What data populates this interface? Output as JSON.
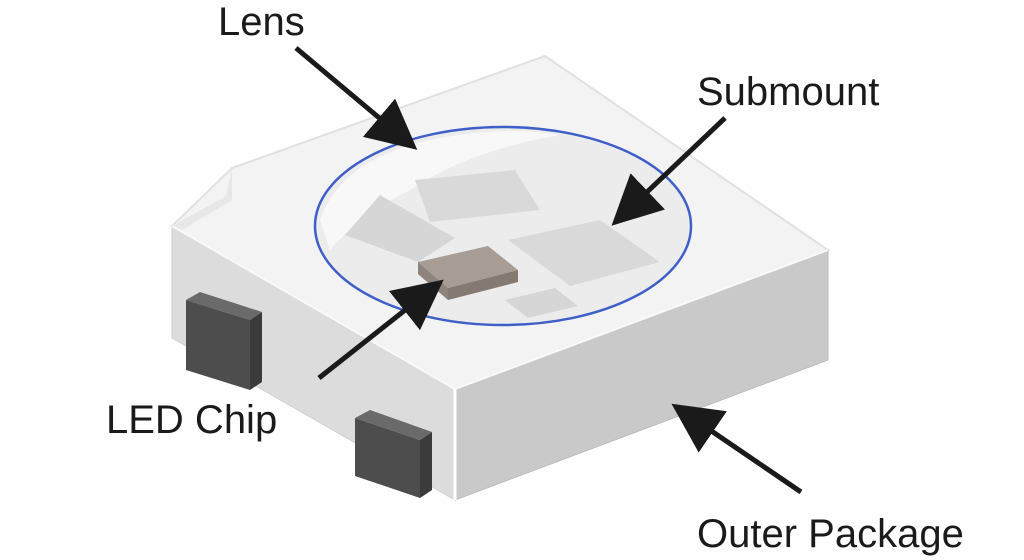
{
  "diagram": {
    "labels": {
      "lens": "Lens",
      "submount": "Submount",
      "led_chip": "LED Chip",
      "outer_package": "Outer Package"
    },
    "colors": {
      "package_top": "#f3f3f3",
      "package_front": "#dcdcdc",
      "package_side": "#c9c9c9",
      "cavity": "#ececec",
      "pad": "#d9d9d9",
      "lens_outline": "#3f5fc8",
      "chip_top": "#a79d95",
      "chip_side": "#847a72",
      "terminal": "#565656",
      "arrow": "#1a1a1a",
      "text": "#1a1a1a"
    }
  }
}
